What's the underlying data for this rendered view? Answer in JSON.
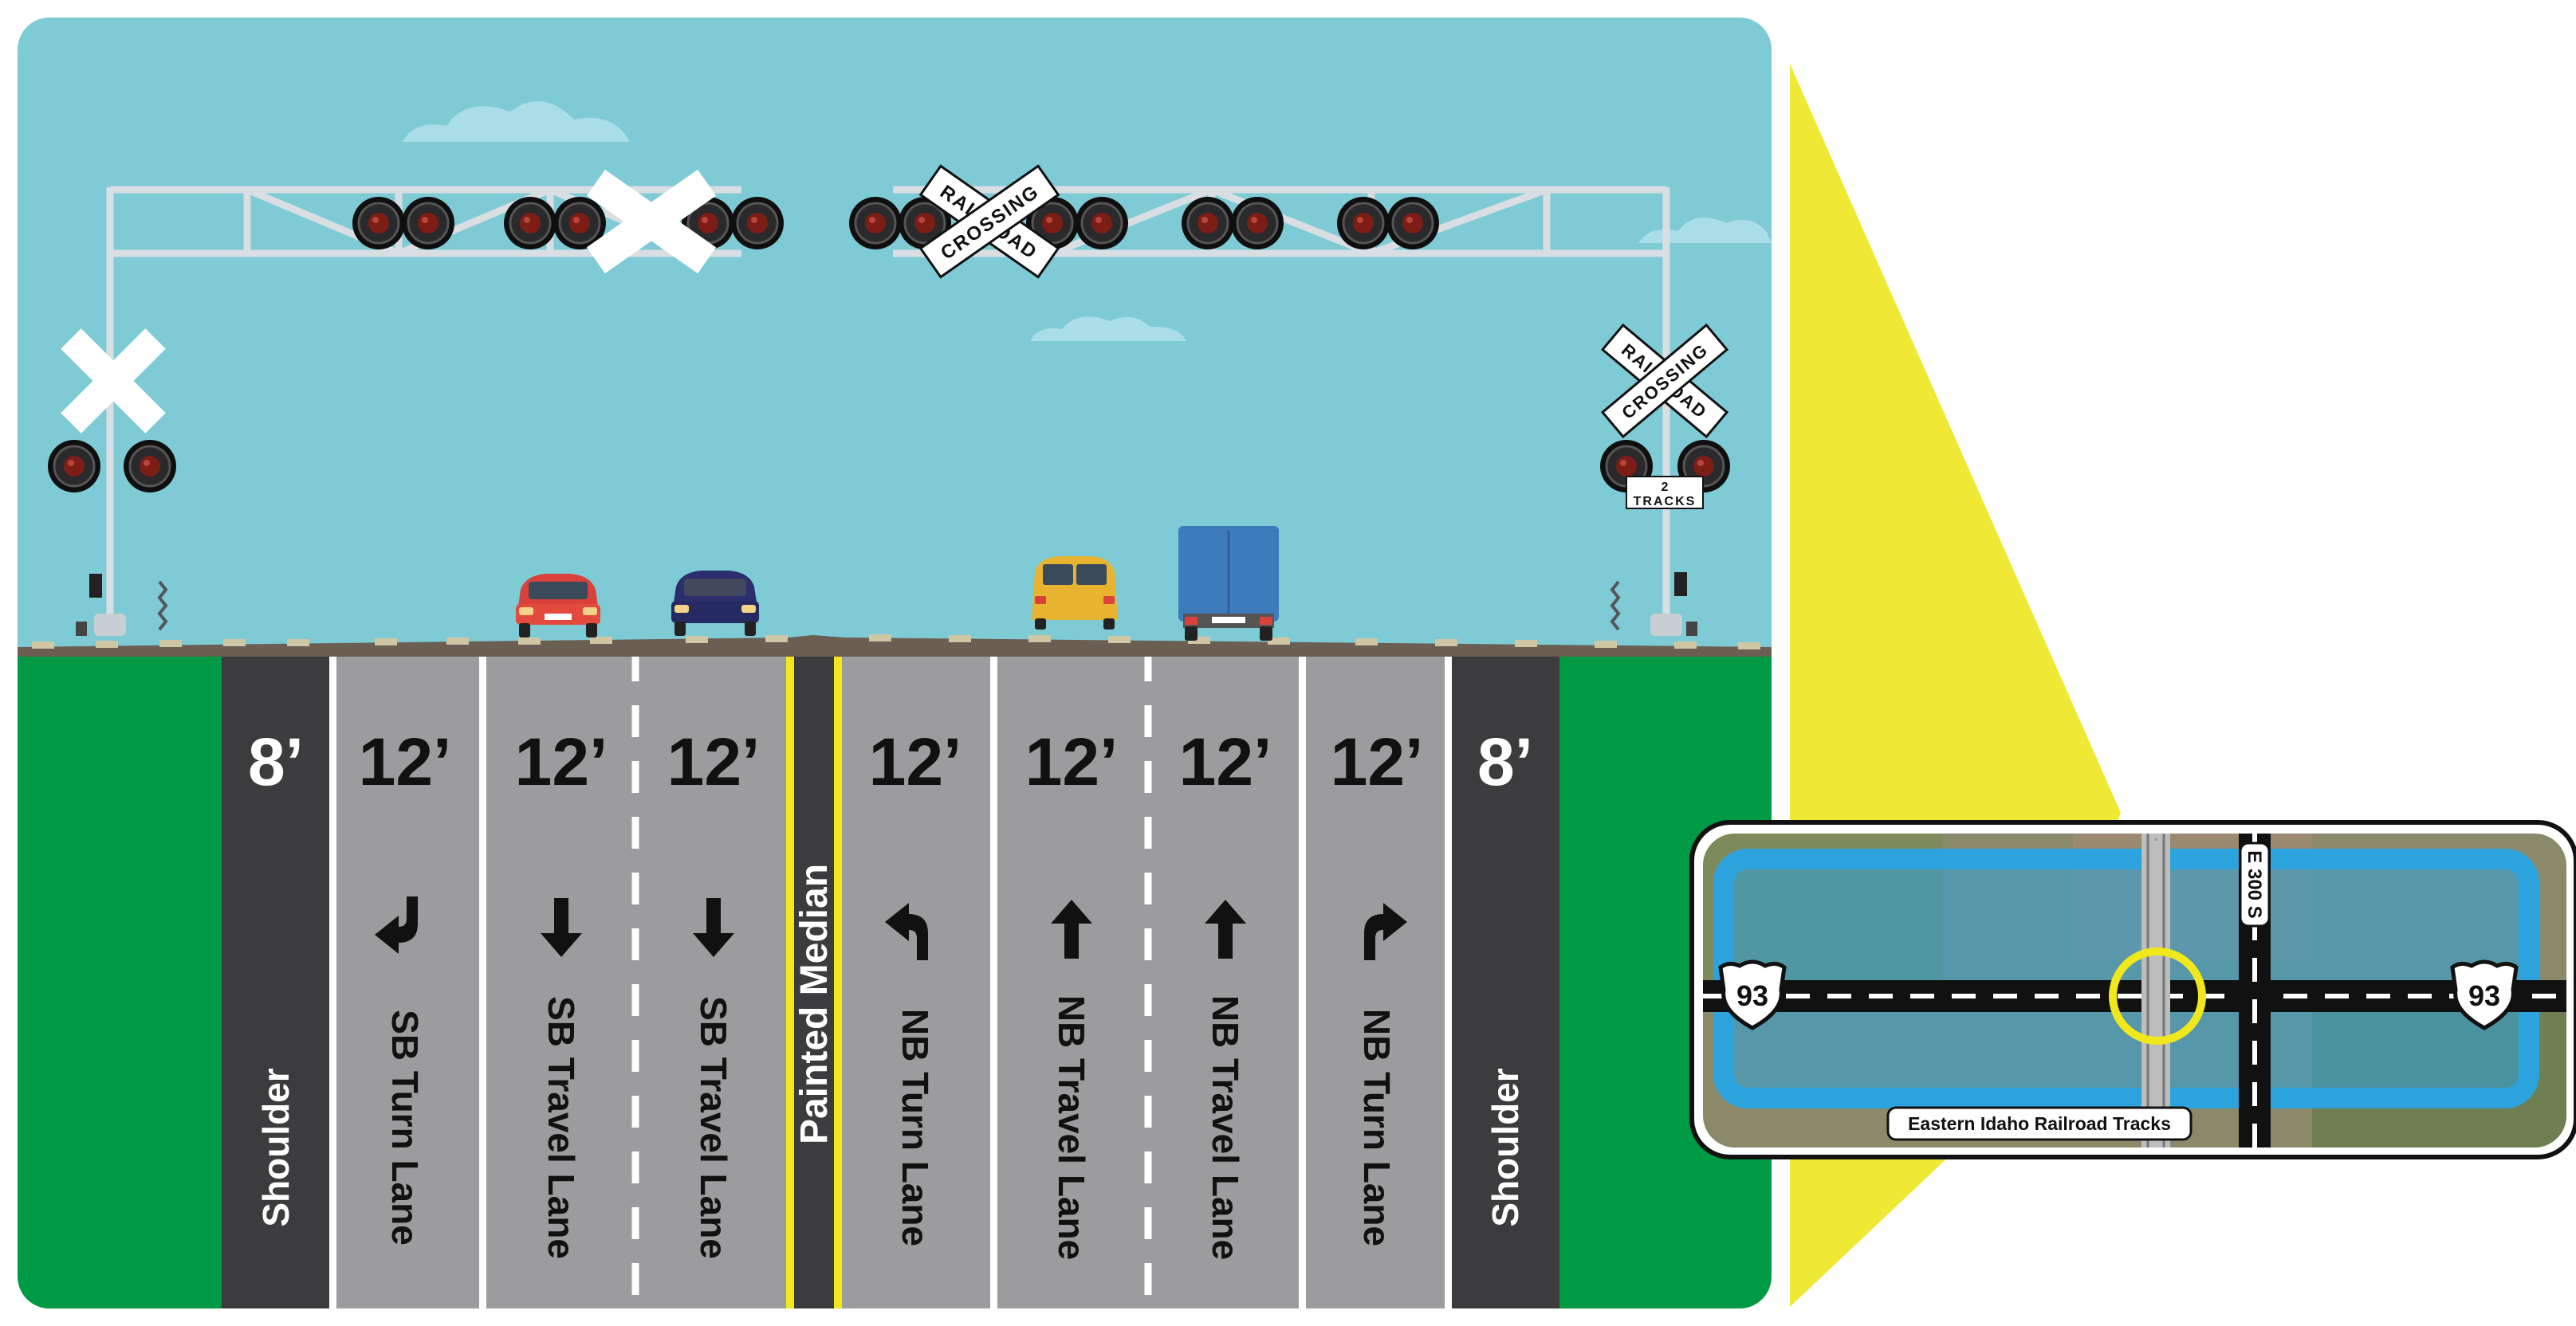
{
  "colors": {
    "sky": "#7ecbd6",
    "grass": "#009a44",
    "shoulder": "#3c3c3e",
    "lane": "#9c9c9e",
    "median_line": "#f0e81c",
    "pointer": "#efe936",
    "map_ring": "#2ca3dd",
    "highlight": "#f0e81c"
  },
  "cross_section": {
    "lanes": [
      {
        "width": "8’",
        "label": "Shoulder",
        "type": "shoulder",
        "arrow": "none"
      },
      {
        "width": "12’",
        "label": "SB Turn Lane",
        "type": "lane",
        "arrow": "sb-turn-arrow-icon"
      },
      {
        "width": "12’",
        "label": "SB Travel Lane",
        "type": "lane",
        "arrow": "down-arrow-icon"
      },
      {
        "width": "12’",
        "label": "SB Travel Lane",
        "type": "lane",
        "arrow": "down-arrow-icon"
      },
      {
        "width": "",
        "label": "Painted Median",
        "type": "median",
        "arrow": "none"
      },
      {
        "width": "12’",
        "label": "NB Turn Lane",
        "type": "lane",
        "arrow": "nb-left-turn-arrow-icon"
      },
      {
        "width": "12’",
        "label": "NB Travel Lane",
        "type": "lane",
        "arrow": "up-arrow-icon"
      },
      {
        "width": "12’",
        "label": "NB Travel Lane",
        "type": "lane",
        "arrow": "up-arrow-icon"
      },
      {
        "width": "12’",
        "label": "NB Turn Lane",
        "type": "lane",
        "arrow": "nb-right-turn-arrow-icon"
      },
      {
        "width": "8’",
        "label": "Shoulder",
        "type": "shoulder",
        "arrow": "none"
      }
    ]
  },
  "crossing_signs": {
    "line1": "RAILROAD",
    "line2": "CROSSING",
    "tracks_number": "2",
    "tracks_word": "TRACKS"
  },
  "map": {
    "route_shield": "93",
    "road_name": "E 300 S",
    "tracks_label": "Eastern Idaho Railroad Tracks"
  }
}
